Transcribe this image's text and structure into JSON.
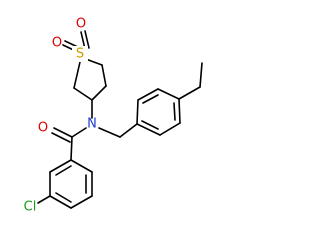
{
  "atoms": {
    "sulfur": "S",
    "oxygen_top_left": "O",
    "oxygen_top": "O",
    "nitrogen": "N",
    "carbonyl_oxygen": "O",
    "chlorine": "Cl"
  },
  "colors": {
    "sulfur": "#c8a000",
    "oxygen": "#e00000",
    "nitrogen": "#2040d0",
    "chlorine": "#1a9a1a",
    "bond": "#000000"
  }
}
